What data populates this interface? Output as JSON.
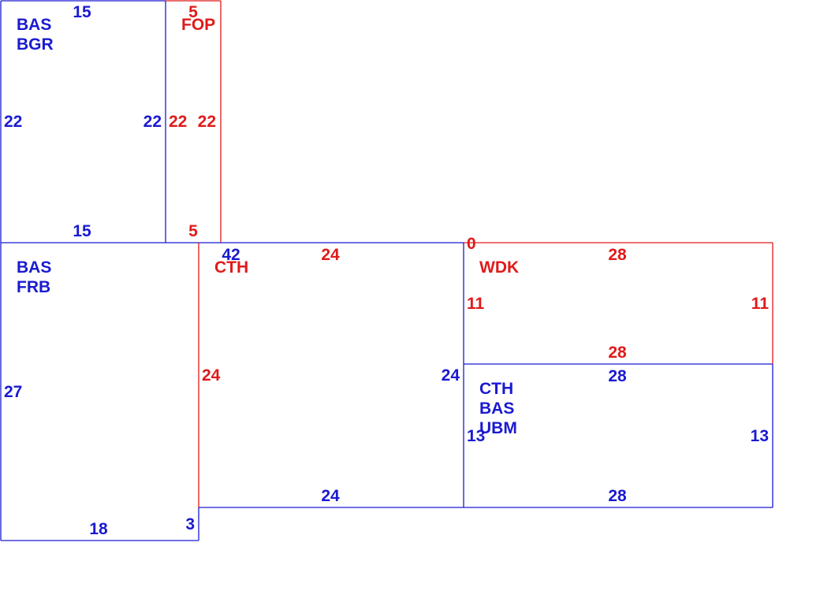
{
  "colors": {
    "blue": "#1a1ad0",
    "red": "#e01a1a",
    "background": "#ffffff"
  },
  "rooms": [
    {
      "id": "bgr",
      "color": "blue",
      "names": [
        "BAS",
        "BGR"
      ]
    },
    {
      "id": "fop",
      "color": "red",
      "names": [
        "FOP"
      ]
    },
    {
      "id": "frb",
      "color": "blue",
      "names": [
        "BAS",
        "FRB"
      ]
    },
    {
      "id": "cth",
      "color": "red",
      "names": [
        "CTH"
      ]
    },
    {
      "id": "wdk",
      "color": "red",
      "names": [
        "WDK"
      ]
    },
    {
      "id": "ubm",
      "color": "blue",
      "names": [
        "CTH",
        "BAS",
        "UBM"
      ]
    }
  ],
  "dimensions": [
    {
      "id": "bgr-top",
      "text": "15",
      "color": "blue"
    },
    {
      "id": "bgr-left",
      "text": "22",
      "color": "blue"
    },
    {
      "id": "bgr-right",
      "text": "22",
      "color": "blue"
    },
    {
      "id": "bgr-bottom",
      "text": "15",
      "color": "blue"
    },
    {
      "id": "fop-top",
      "text": "5",
      "color": "red"
    },
    {
      "id": "fop-left",
      "text": "22",
      "color": "red"
    },
    {
      "id": "fop-right",
      "text": "22",
      "color": "red"
    },
    {
      "id": "fop-bottom",
      "text": "5",
      "color": "red"
    },
    {
      "id": "frb-top",
      "text": "42",
      "color": "blue"
    },
    {
      "id": "frb-left",
      "text": "27",
      "color": "blue"
    },
    {
      "id": "frb-bottom",
      "text": "18",
      "color": "blue"
    },
    {
      "id": "frb-step",
      "text": "3",
      "color": "blue"
    },
    {
      "id": "cth-top",
      "text": "24",
      "color": "red"
    },
    {
      "id": "cth-left",
      "text": "24",
      "color": "red"
    },
    {
      "id": "cth-right",
      "text": "24",
      "color": "blue"
    },
    {
      "id": "cth-bottom",
      "text": "24",
      "color": "blue"
    },
    {
      "id": "wdk-corner",
      "text": "0",
      "color": "red"
    },
    {
      "id": "wdk-top",
      "text": "28",
      "color": "red"
    },
    {
      "id": "wdk-left",
      "text": "11",
      "color": "red"
    },
    {
      "id": "wdk-right",
      "text": "11",
      "color": "red"
    },
    {
      "id": "wdk-bottom",
      "text": "28",
      "color": "red"
    },
    {
      "id": "ubm-top",
      "text": "28",
      "color": "blue"
    },
    {
      "id": "ubm-left",
      "text": "13",
      "color": "blue"
    },
    {
      "id": "ubm-right",
      "text": "13",
      "color": "blue"
    },
    {
      "id": "ubm-bottom",
      "text": "28",
      "color": "blue"
    }
  ]
}
